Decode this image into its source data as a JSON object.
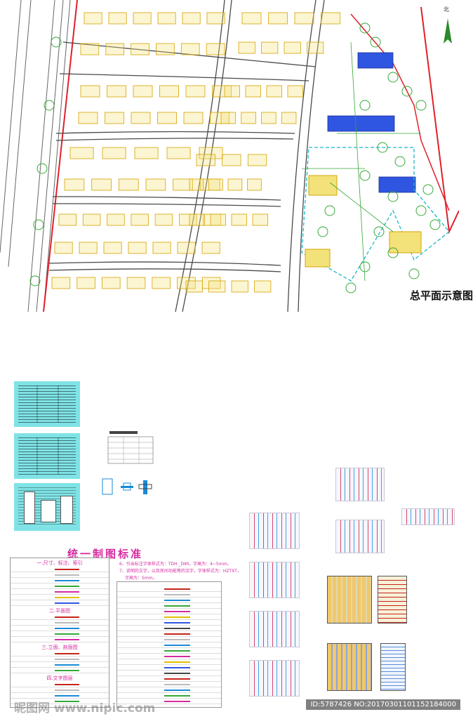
{
  "site_plan": {
    "title": "总平面示意图",
    "north_label": "北"
  },
  "drawing_standard": {
    "title": "统一制图标准",
    "notes": [
      "6、引出标注字体样式为：TDH _DIM，字高为：4~5mm。",
      "7、说明的文字，以及房间功能等的汉字，字体样式为：HZTXT，",
      "字高为：5mm。"
    ],
    "section_headers": [
      "一.尺寸、标注、索引",
      "二.平面图",
      "三.立面、剖面图",
      "四.文字图层"
    ]
  },
  "watermark": {
    "left": "昵图网 www.nipic.com",
    "right": "ID:5787426 NO:20170301101152184000"
  },
  "colors": {
    "road": "#4a4a4a",
    "boundary": "#e0202a",
    "house_fill": "#f3e27a",
    "house_line": "#d6a400",
    "blue_bldg": "#2f56e0",
    "green": "#35a838",
    "cyan_sheet": "#7fe3e6",
    "magenta": "#d62aa0"
  }
}
